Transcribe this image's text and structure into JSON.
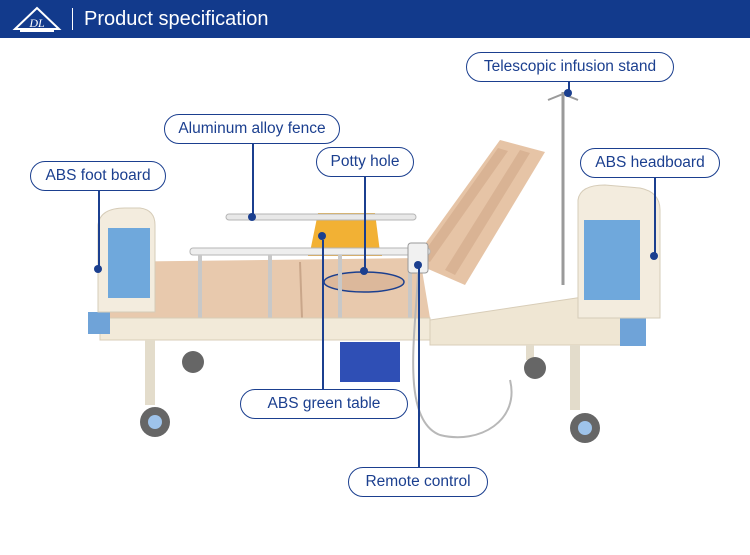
{
  "header": {
    "title": "Product specification",
    "background_color": "#123a8c",
    "logo_icon": "dl-brand-logo-icon"
  },
  "callouts": {
    "telescopic_infusion_stand": "Telescopic infusion stand",
    "aluminum_alloy_fence": "Aluminum alloy fence",
    "potty_hole": "Potty hole",
    "abs_foot_board": "ABS foot board",
    "abs_headboard": "ABS headboard",
    "abs_green_table": "ABS green table",
    "remote_control": "Remote control"
  },
  "colors": {
    "callout_border": "#1b3f8f",
    "callout_text": "#1b3f8f"
  }
}
